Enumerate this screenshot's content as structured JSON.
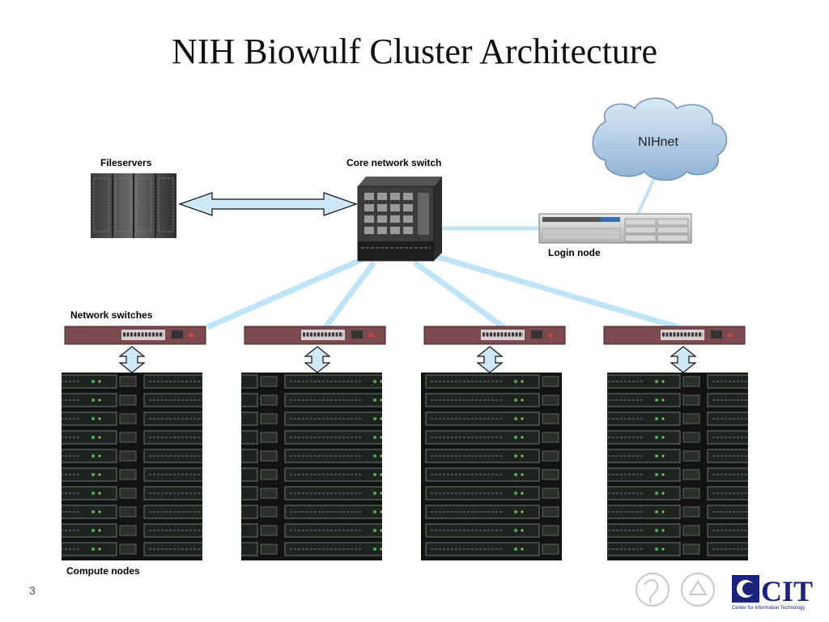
{
  "slide": {
    "title": "NIH Biowulf Cluster Architecture",
    "page_number": "3"
  },
  "labels": {
    "fileservers": "Fileservers",
    "core_switch": "Core network switch",
    "nihnet": "NIHnet",
    "login_node": "Login node",
    "network_switches": "Network switches",
    "compute_nodes": "Compute nodes"
  },
  "logos": {
    "cit": "CIT",
    "cit_subtitle": "Center for Information Technology"
  },
  "colors": {
    "link": "#bfe3f7",
    "arrow_fill": "#cfe8f7",
    "switch_body": "#7a4a4e",
    "cloud": "#a7c4e0"
  }
}
